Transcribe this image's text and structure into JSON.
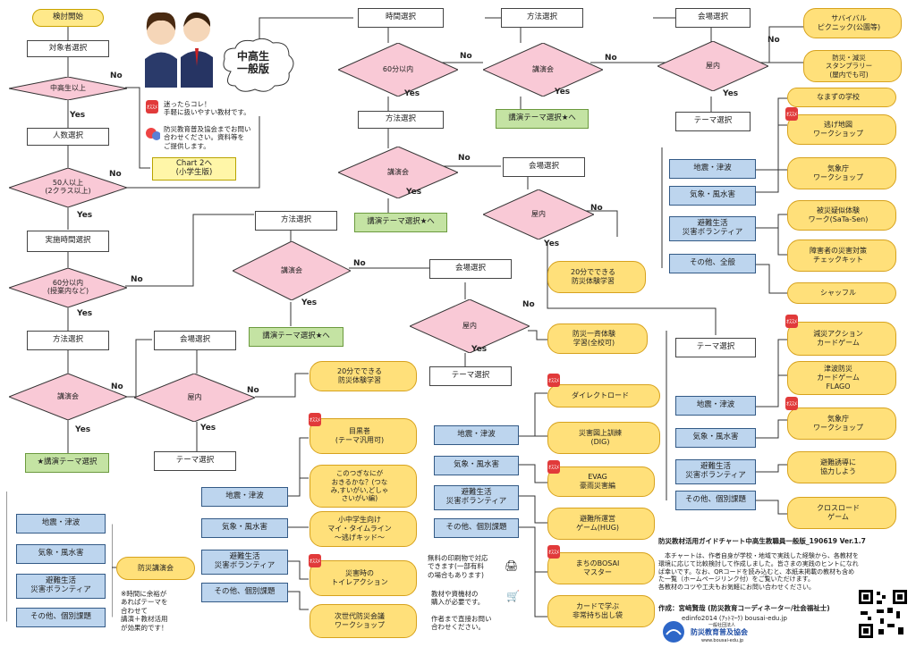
{
  "flow": {
    "start": "検討開始",
    "target": "対象者選択",
    "q_high": "中高生以上",
    "people": "人数選択",
    "q_50": "50人以上\n(2クラス以上)",
    "chart2": "Chart 2へ\n(小学生版)",
    "time_select": "実施時間選択",
    "q_60_class": "60分以内\n(授業内など)",
    "method_select": "方法選択",
    "q_lecture": "講演会",
    "lecture_theme": "★講演テーマ選択",
    "venue_select": "会場選択",
    "q_indoor": "屋内",
    "theme_select": "テーマ選択",
    "time_select_top": "時間選択",
    "q_60_top": "60分以内",
    "lecture_theme_star": "講演テーマ選択★へ"
  },
  "labels": {
    "no": "No",
    "yes": "Yes"
  },
  "bubble": "中高生\n一般版",
  "legend": {
    "recommend": "迷ったらコレ！\n手軽に扱いやすい教材です。",
    "ask": "防災教育普及協会までお問い\n合わせください。資料等を\nご提供します。",
    "badge": "ｵｽｽﾒ",
    "qa": "Q A"
  },
  "themes": {
    "quake": "地震・津波",
    "weather": "気象・風水害",
    "shelter": "避難生活\n災害ボランティア",
    "other": "その他、個別課題",
    "other_all": "その他、全般",
    "shelter_b": "避難生活\n災害ボランティア"
  },
  "results": {
    "bousai_lecture": "防災講演会",
    "lecture_note": "※時間に余裕が\nあればテーマを\n合わせて\n講演＋教材活用\nが効果的です！",
    "m20_a": "20分でできる\n防災体験学習",
    "meyasu": "目黒巻\n(テーマ汎用可)",
    "konotsugi": "このつぎなにが\nおきるかな？(つな\nみ,すいがい,どしゃ\nさいがい編)",
    "shochu": "小中学生向け\nマイ・タイムライン\n～逃げキッド～",
    "toilet": "災害時の\nトイレアクション",
    "jisedai": "次世代防災会議\nワークショップ",
    "m20_b": "20分でできる\n防災体験学習",
    "issei": "防災一斉体験\n学習(全校可)",
    "direct": "ダイレクトロード",
    "dig": "災害図上訓練\n(DIG)",
    "evag": "EVAG\n豪雨災害編",
    "hug": "避難所運営\nゲーム(HUG)",
    "machi": "まちのBOSAI\nマスター",
    "card": "カードで学ぶ\n非常持ち出し袋",
    "survival": "サバイバル\nピクニック(公園等)",
    "stamp": "防災・減災\nスタンプラリー\n(屋内でも可)",
    "namazu": "なまずの学校",
    "nige": "逃げ地図\nワークショップ",
    "kisho_ws": "気象庁\nワークショップ",
    "satasen": "被災疑似体験\nワーク(SaTa-Sen)",
    "shogai": "障害者の災害対策\nチェックキット",
    "shuffle": "シャッフル",
    "gensai": "減災アクション\nカードゲーム",
    "tsunami": "津波防災\nカードゲーム\nFLAGO",
    "kisho2": "気象庁\nワークショップ",
    "hinan": "避難誘導に\n協力しよう",
    "crossroad": "クロスロード\nゲーム"
  },
  "notes": {
    "print": "無料の印刷物で対応\nできます(一部有料\nの場合もあります)",
    "buy": "教材や資機材の\n購入が必要です。",
    "contact": "作者まで直接お問い\n合わせください。"
  },
  "footer": {
    "title": "防災教材活用ガイドチャート中高生教職員一般版_190619 Ver.1.7",
    "body": "　本チャートは、作者自身が学校・地域で実践した経験から、各教材を\n環境に応じて比較検討して作成しました。皆さまの実践のヒントになれ\nば幸いです。なお、QRコードを読み込むと、本紙未掲載の教材も含め\nた一覧（ホームページリンク付）をご覧いただけます。\n各教材のコツや工夫もお気軽にお問い合わせください。",
    "author": "作成：宮﨑賢哉 (防災教育コーディネーター/社会福祉士)",
    "contact": "edinfo2014 (ｱｯﾄﾏｰｸ) bousai-edu.jp",
    "org": "防災教育普及協会",
    "org_small": "一般社団法人",
    "url": "www.bousai-edu.jp"
  }
}
